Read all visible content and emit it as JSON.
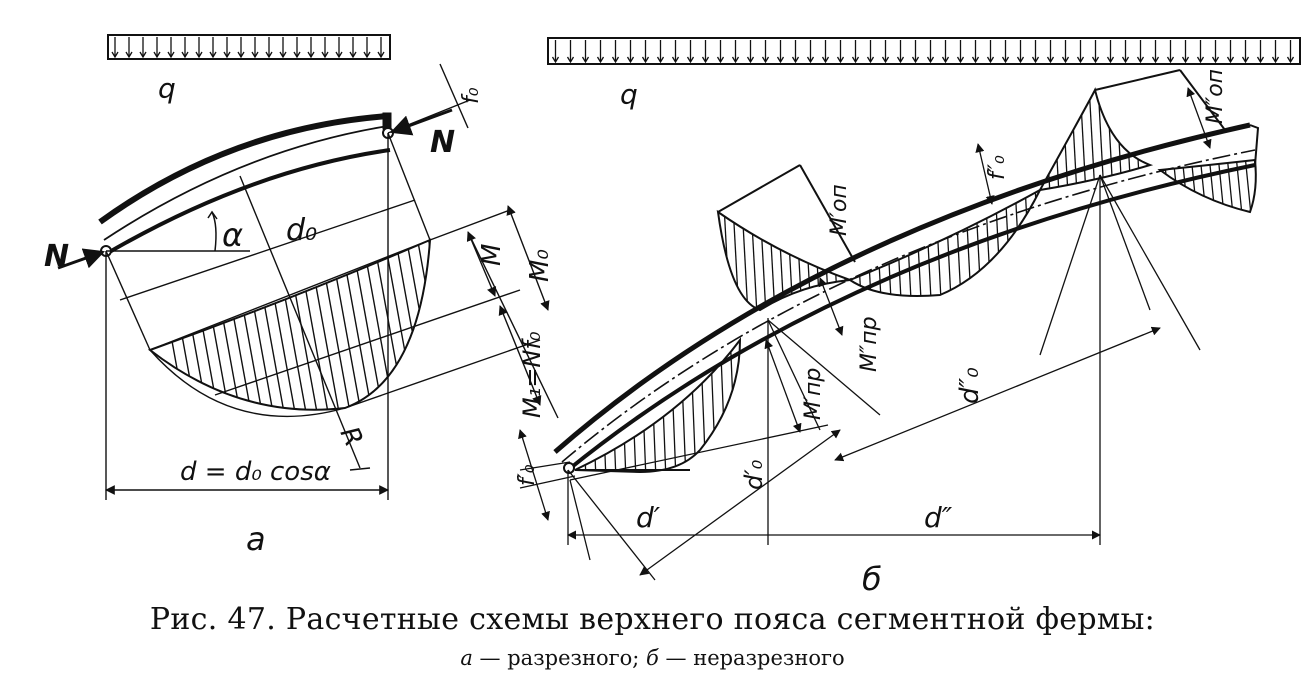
{
  "panel_a": {
    "labels": {
      "q": "q",
      "N_left": "N",
      "N_right": "N",
      "alpha": "α",
      "d0": "d₀",
      "f0": "f₀",
      "M": "M",
      "M0": "M₀",
      "M1": "M₁=Nf₀",
      "R": "R",
      "d_formula": "d = d₀ cosα",
      "panel_letter": "а"
    }
  },
  "panel_b": {
    "labels": {
      "q": "q",
      "M_on_1": "M′оп",
      "M_on_2": "M″оп",
      "M_pr_1": "M′пр",
      "M_pr_2": "M″пр",
      "f0_1": "f′₀",
      "f0_2": "f″₀",
      "d1": "d′",
      "d2": "d″",
      "d0_1": "d′₀",
      "d0_2": "d″₀",
      "panel_letter": "б"
    }
  },
  "caption": {
    "line1": "Рис. 47. Расчетные схемы верхнего пояса сегментной фермы:",
    "line2_a": "а",
    "line2_a_text": " — разрезного;  ",
    "line2_b": "б",
    "line2_b_text": " — неразрезного"
  }
}
